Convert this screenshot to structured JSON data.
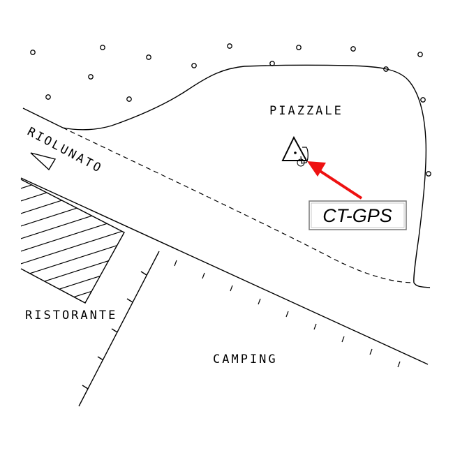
{
  "labels": {
    "piazzale": "PIAZZALE",
    "riolunato": "RIOLUNATO",
    "ristorante": "RISTORANTE",
    "camping": "CAMPING",
    "gps_tag": "CT-GPS"
  },
  "colors": {
    "line": "#000000",
    "arrow": "#ee1111",
    "tag_border": "#777777"
  },
  "icons": {
    "survey_point": "triangle-survey-marker-icon",
    "tree": "small-circle-tree-icon",
    "direction": "direction-arrowhead-icon"
  }
}
